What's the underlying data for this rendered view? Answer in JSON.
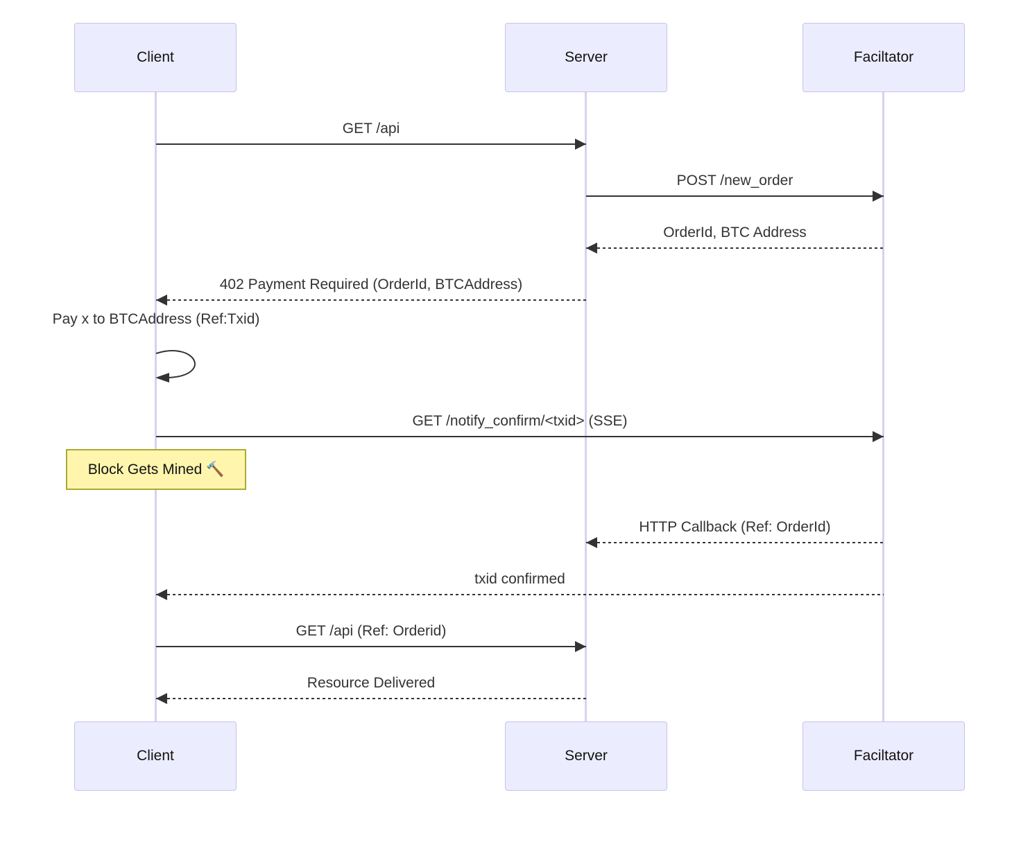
{
  "diagram": {
    "type": "sequence-diagram",
    "colors": {
      "actor_fill": "#ECECFF",
      "actor_border": "#C8C2E6",
      "lifeline": "#D8D1EE",
      "note_fill": "#FFF5AD",
      "note_border": "#AAAA33",
      "message_line": "#333333",
      "message_text": "#333333"
    },
    "actors": [
      {
        "name": "Client"
      },
      {
        "name": "Server"
      },
      {
        "name": "Faciltator"
      }
    ],
    "messages": [
      {
        "from": "Client",
        "to": "Server",
        "style": "solid",
        "label": "GET /api"
      },
      {
        "from": "Server",
        "to": "Faciltator",
        "style": "solid",
        "label": "POST /new_order"
      },
      {
        "from": "Faciltator",
        "to": "Server",
        "style": "dashed",
        "label": "OrderId, BTC Address"
      },
      {
        "from": "Server",
        "to": "Client",
        "style": "dashed",
        "label": "402 Payment Required (OrderId, BTCAddress)"
      },
      {
        "from": "Client",
        "to": "Client",
        "style": "self",
        "label": "Pay x to BTCAddress (Ref:Txid)"
      },
      {
        "from": "Client",
        "to": "Faciltator",
        "style": "solid",
        "label": "GET /notify_confirm/<txid> (SSE)"
      },
      {
        "from": "Faciltator",
        "to": "Server",
        "style": "dashed",
        "label": "HTTP Callback (Ref: OrderId)"
      },
      {
        "from": "Faciltator",
        "to": "Client",
        "style": "dashed",
        "label": "txid confirmed"
      },
      {
        "from": "Client",
        "to": "Server",
        "style": "solid",
        "label": "GET /api (Ref: Orderid)"
      },
      {
        "from": "Server",
        "to": "Client",
        "style": "dashed",
        "label": "Resource Delivered"
      }
    ],
    "note": {
      "over": "Client",
      "label": "Block Gets Mined 🔨"
    }
  }
}
